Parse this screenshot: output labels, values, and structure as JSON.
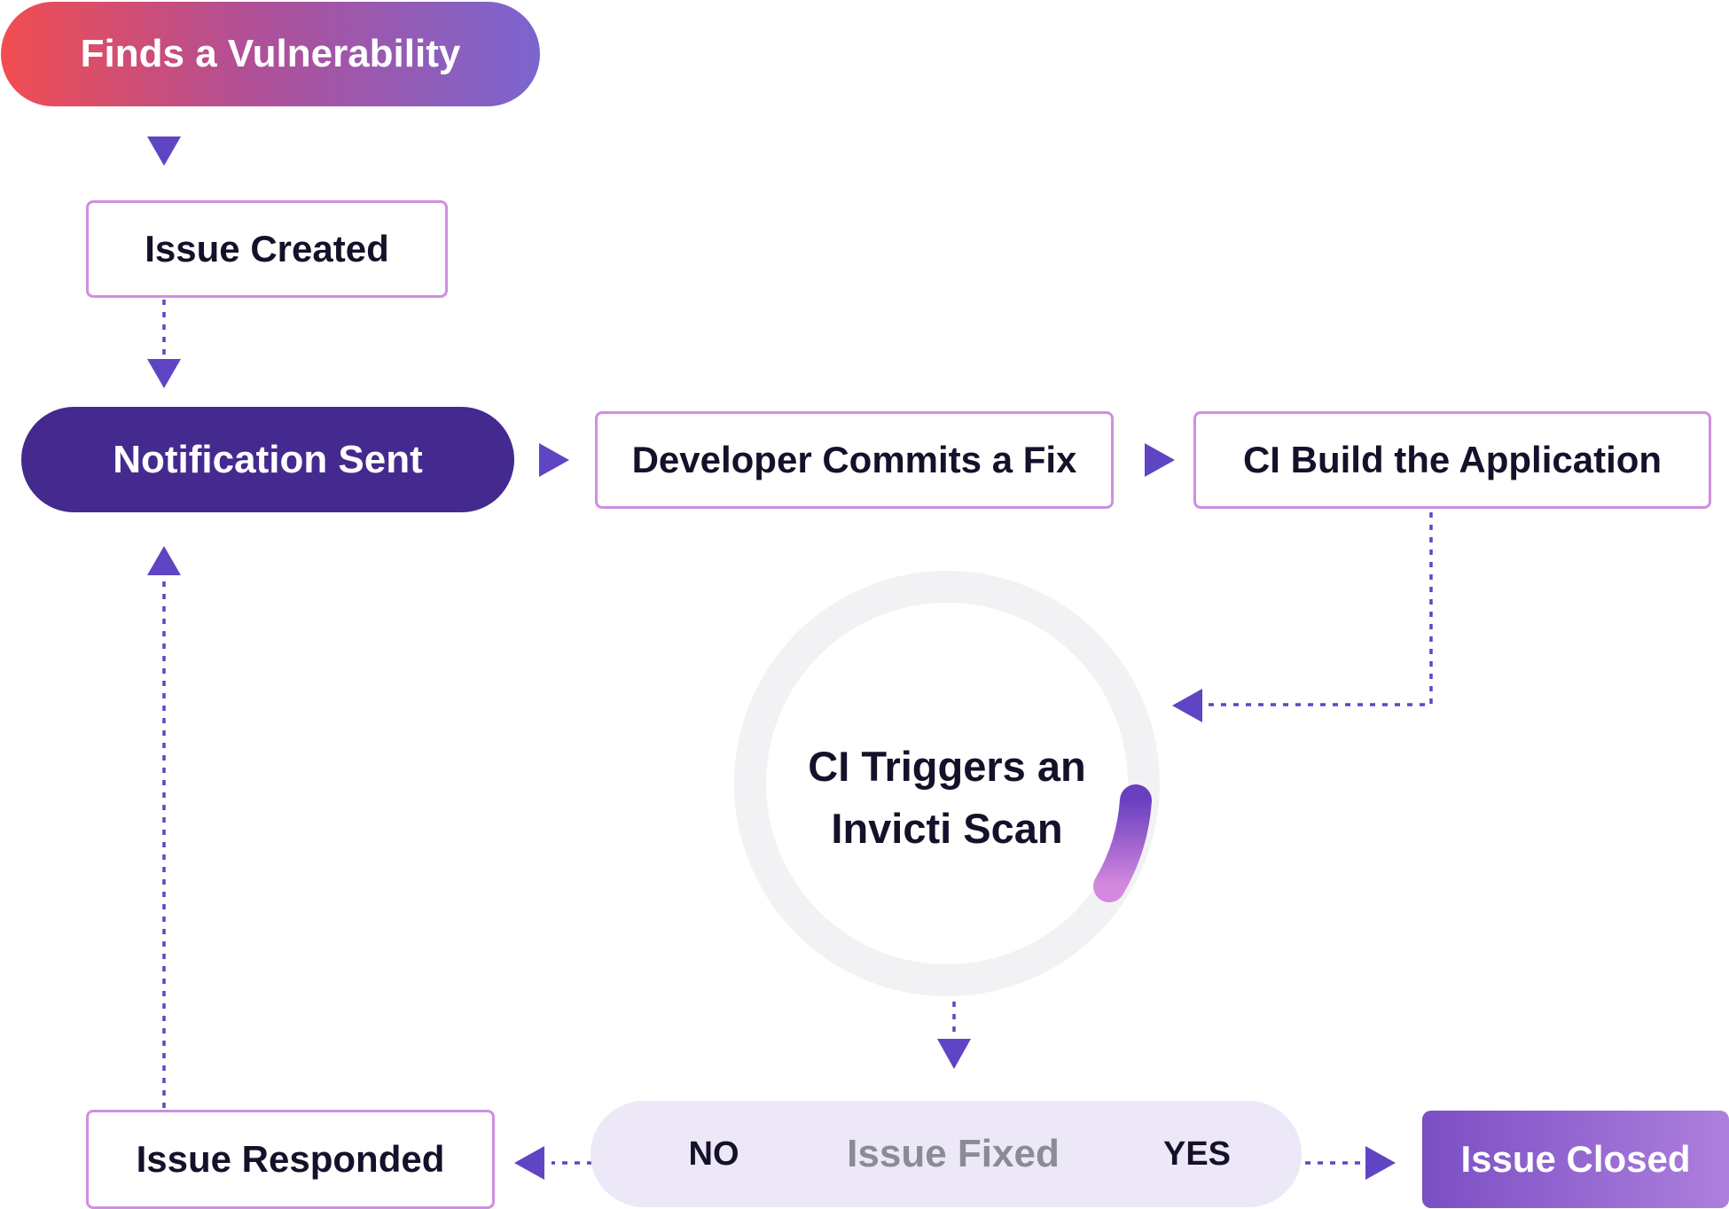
{
  "colors": {
    "accent": "#5f45c3",
    "node_border": "#cf8fe0",
    "dark_pill": "#442a8f",
    "gradient_start": "#f24d50",
    "gradient_end": "#7b65cf",
    "fixed_bg": "#ece8f7",
    "ring": "#f2f2f4"
  },
  "nodes": {
    "finds_vulnerability": "Finds a Vulnerability",
    "issue_created": "Issue Created",
    "notification_sent": "Notification Sent",
    "developer_commits": "Developer Commits a Fix",
    "ci_build": "CI Build the Application",
    "ci_triggers_line1": "CI Triggers an",
    "ci_triggers_line2": "Invicti Scan",
    "issue_fixed": "Issue Fixed",
    "issue_responded": "Issue Responded",
    "issue_closed": "Issue Closed"
  },
  "branches": {
    "no": "NO",
    "yes": "YES"
  },
  "icons": [
    "arrow-down-icon",
    "arrow-right-icon",
    "arrow-left-icon",
    "arrow-up-icon",
    "progress-ring-icon"
  ]
}
